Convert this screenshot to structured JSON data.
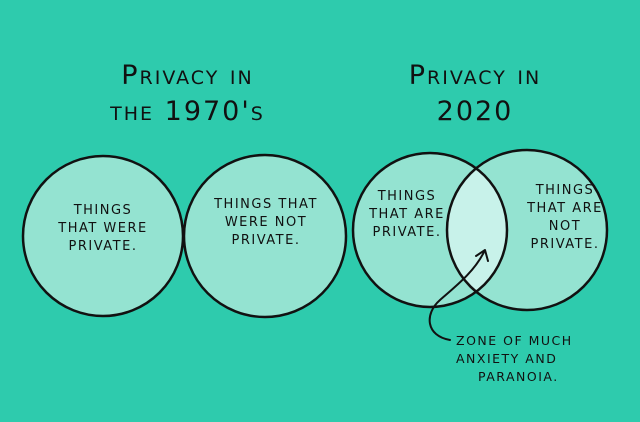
{
  "colors": {
    "background": "#2ecbad",
    "circle_fill": "#94e3d1",
    "overlap_fill": "#c8f2ea",
    "ink": "#111111"
  },
  "panel_1970": {
    "title_line1": "Privacy in",
    "title_line2": "the 1970's",
    "left_circle": {
      "line1": "Things",
      "line2": "that were",
      "line3": "private."
    },
    "right_circle": {
      "line1": "Things that",
      "line2": "were not",
      "line3": "private."
    }
  },
  "panel_2020": {
    "title_line1": "Privacy in",
    "title_line2": "2020",
    "left_circle": {
      "line1": "Things",
      "line2": "that are",
      "line3": "private."
    },
    "right_circle": {
      "line1": "Things",
      "line2": "that are",
      "line3": "not",
      "line4": "private."
    },
    "overlap_note": {
      "line1": "Zone of much",
      "line2": "anxiety and",
      "line3": "paranoia."
    }
  }
}
